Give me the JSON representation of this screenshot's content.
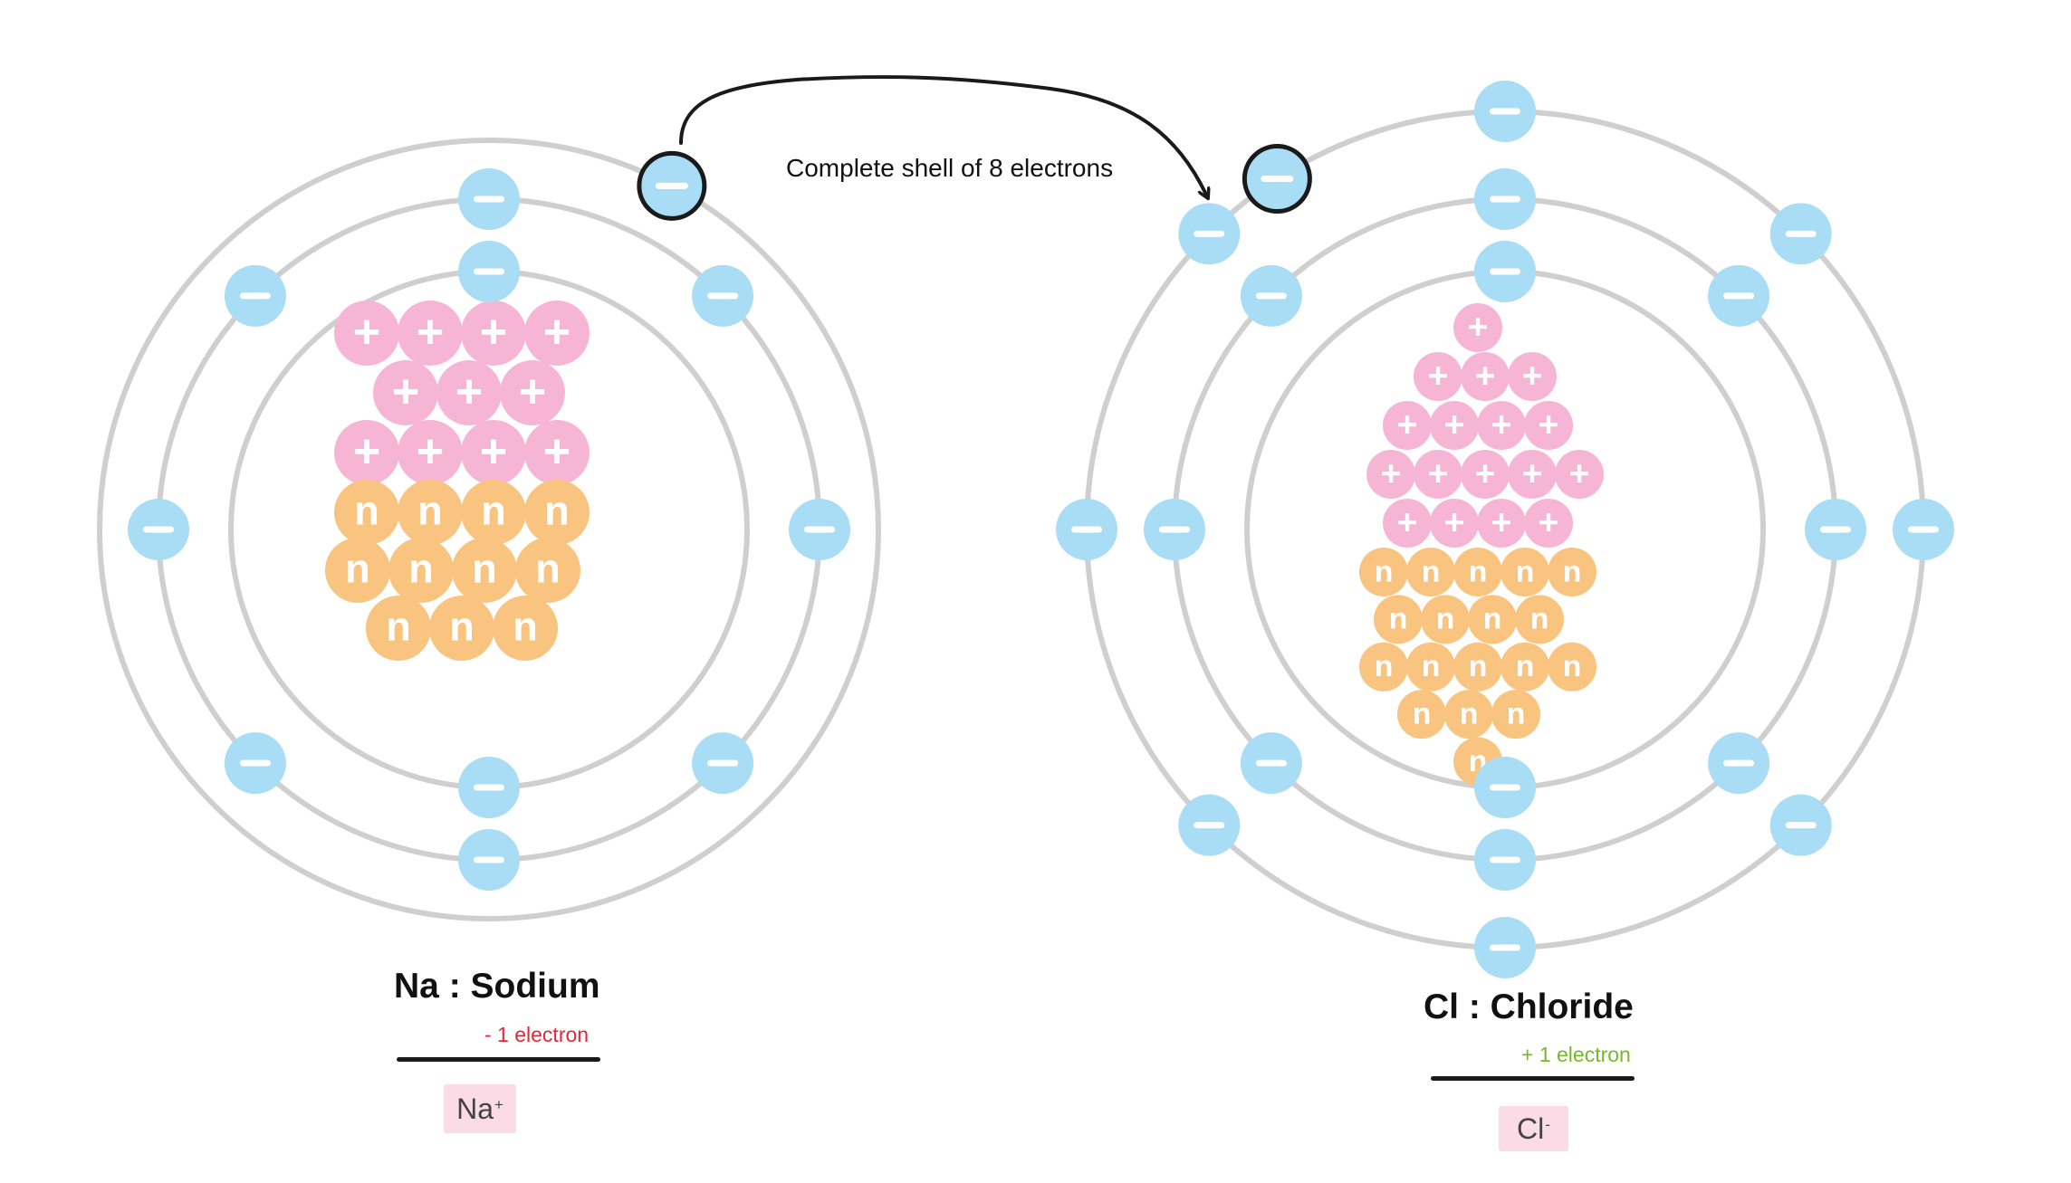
{
  "arrow_label": "Complete shell of 8 electrons",
  "colors": {
    "electron": "#a9ddf6",
    "proton": "#f7b5d6",
    "neutron": "#f9c47f",
    "shell": "#cfcfcf",
    "loss": "#e0283a",
    "gain": "#76b82a",
    "ion_badge": "#fadbe6"
  },
  "symbols": {
    "electron": "−",
    "proton": "+",
    "neutron": "n"
  },
  "atoms": [
    {
      "id": "sodium",
      "title": "Na : Sodium",
      "change": "- 1 electron",
      "ion": {
        "base": "Na",
        "charge": "+"
      },
      "protons": 11,
      "neutrons": 11,
      "shell_electrons": [
        2,
        8,
        0
      ],
      "transferring_electrons": 1
    },
    {
      "id": "chloride",
      "title": "Cl : Chloride",
      "change": "+ 1 electron",
      "ion": {
        "base": "Cl",
        "charge": "-"
      },
      "protons": 17,
      "neutrons": 18,
      "shell_electrons": [
        2,
        8,
        8
      ],
      "received_electrons": 1
    }
  ]
}
